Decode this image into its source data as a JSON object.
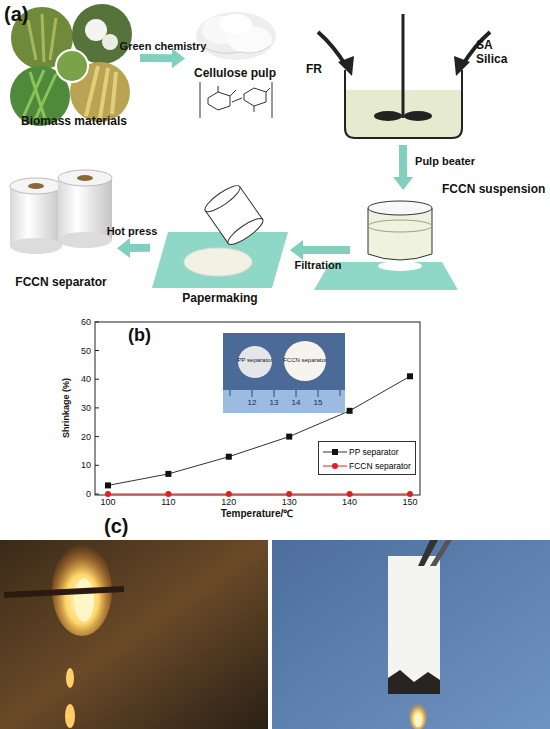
{
  "diagram": {
    "nodes": [
      {
        "text": [
          "Biomass materials"
        ]
      },
      {
        "text": [
          "Cellulose pulp"
        ]
      },
      {
        "text": [
          "FR",
          "SA Silica"
        ]
      },
      {
        "text": [
          "FCCN suspension"
        ]
      },
      {
        "text": [
          "Papermaking"
        ]
      },
      {
        "text": [
          "FCCN separator"
        ]
      }
    ],
    "edges": [
      {
        "from": 0,
        "to": 1,
        "arrow": "to",
        "label": "Green chemistry"
      },
      {
        "from": 2,
        "to": 3,
        "arrow": "to",
        "label": "Pulp beater"
      },
      {
        "from": 3,
        "to": 4,
        "arrow": "to",
        "label": "Filtration"
      },
      {
        "from": 4,
        "to": 5,
        "arrow": "to",
        "label": "Hot press"
      }
    ],
    "labels": [
      "(a)",
      "(b)",
      "(c)",
      "0",
      "10",
      "20",
      "30",
      "40",
      "50",
      "60",
      "100",
      "110",
      "120",
      "130",
      "140",
      "150",
      "Shrinkage (%)",
      "Temperature/℃",
      "PP separator",
      "FCCN separator",
      "12",
      "13",
      "14",
      "15"
    ],
    "legend": [
      {
        "text": "PP separator"
      },
      {
        "text": "FCCN separator"
      }
    ]
  }
}
